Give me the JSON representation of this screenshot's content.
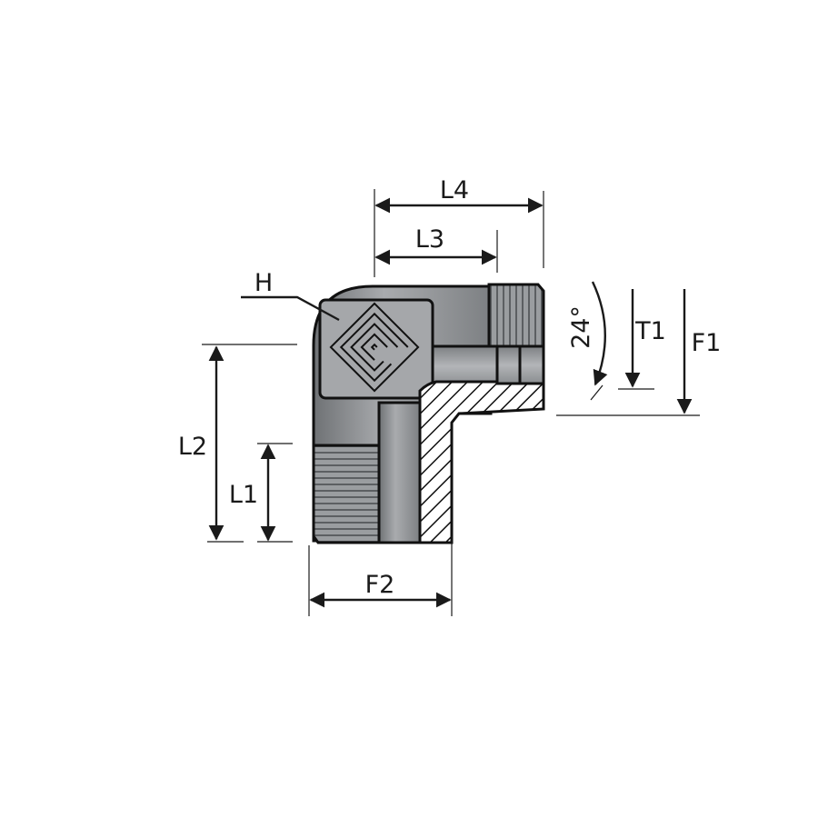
{
  "title": "90° elbow fitting dimension drawing",
  "labels": {
    "L4": "L4",
    "L3": "L3",
    "H": "H",
    "L2": "L2",
    "L1": "L1",
    "F2": "F2",
    "angle": "24°",
    "T1": "T1",
    "F1": "F1"
  },
  "colors": {
    "body": "#8e9194",
    "body_light": "#b5b7ba",
    "line": "#1a1a1a"
  }
}
